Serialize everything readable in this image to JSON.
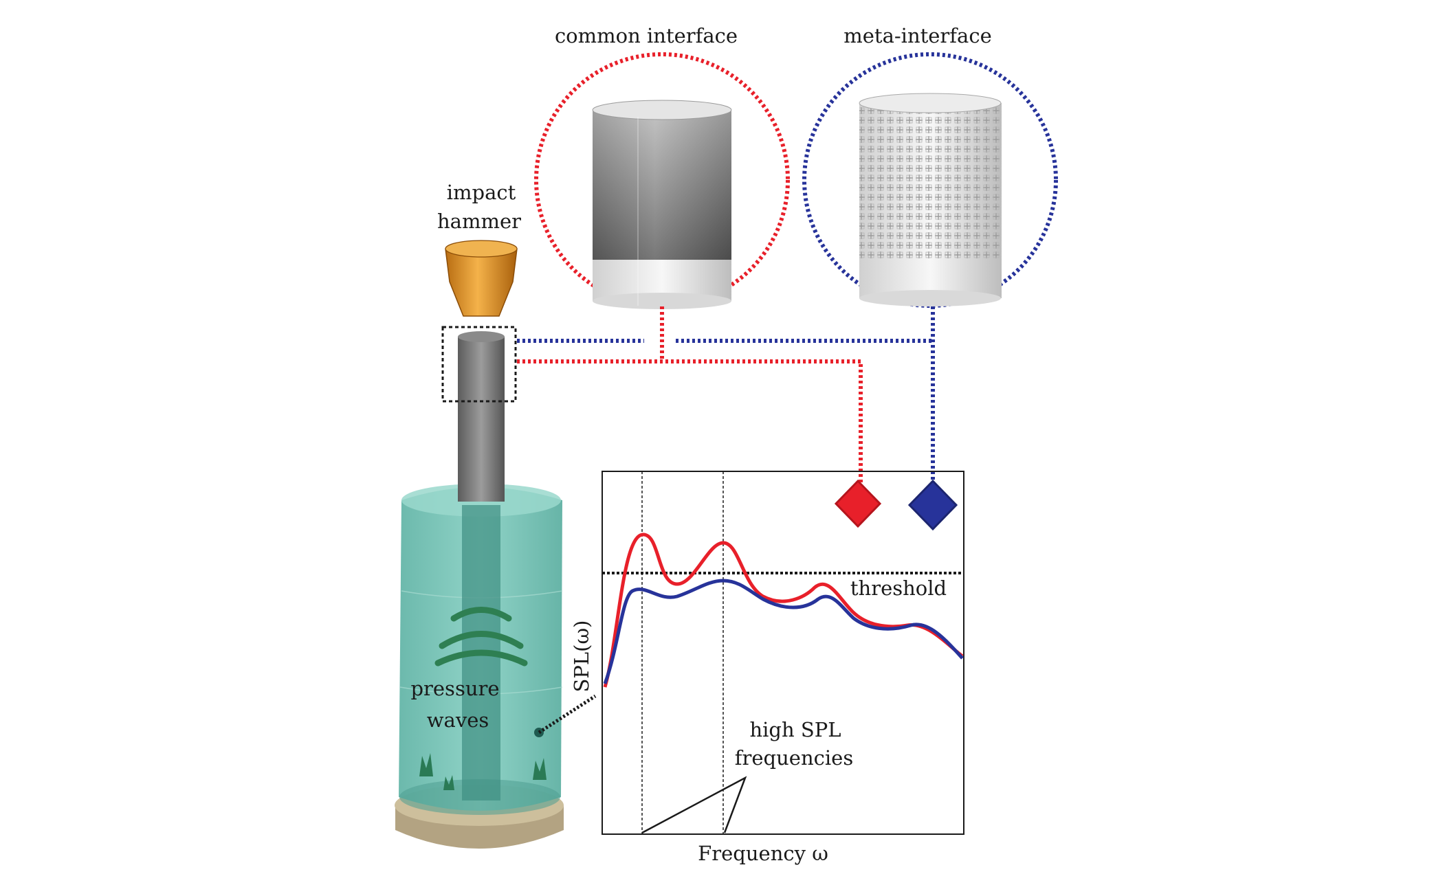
{
  "labels": {
    "common_interface": "common interface",
    "meta_interface": "meta-interface",
    "impact": "impact",
    "hammer": "hammer",
    "pressure": "pressure",
    "waves": "waves",
    "threshold": "threshold",
    "high_spl": "high SPL",
    "frequencies": "frequencies",
    "y_axis": "SPL(ω)",
    "x_axis": "Frequency ω"
  },
  "colors": {
    "common": "#e8202a",
    "meta": "#27339a",
    "tank_fill": "#6fbfb0",
    "hammer": "#e29a2c",
    "base": "#b9a98a"
  },
  "icons": {
    "common_marker": "red-diamond",
    "meta_marker": "blue-diamond"
  }
}
